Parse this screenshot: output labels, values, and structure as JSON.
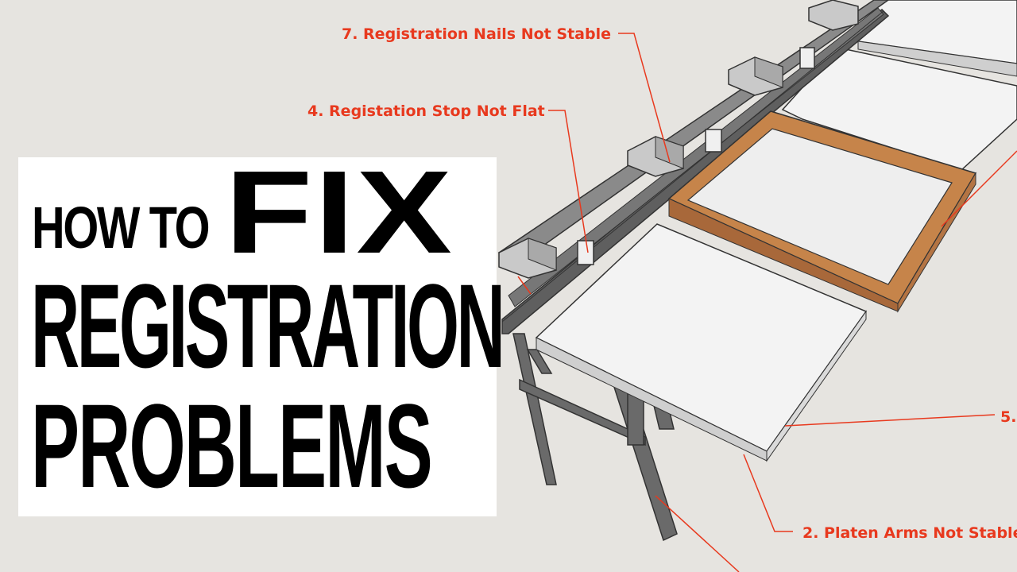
{
  "title": {
    "line1": "HOW TO",
    "line2": "FIX",
    "line3": "REGISTRATION",
    "line4": "PROBLEMS"
  },
  "callouts": [
    {
      "id": "nails",
      "text": "7. Registration Nails Not Stable"
    },
    {
      "id": "stop",
      "text": "4. Registation Stop Not Flat"
    },
    {
      "id": "platen-edge",
      "text": "5."
    },
    {
      "id": "arms",
      "text": "2. Platen Arms Not Stable"
    }
  ],
  "colors": {
    "background": "#e6e4e0",
    "callout": "#e8391e",
    "frame_wood": "#c6844a",
    "steel": "#6d6d6d",
    "platen": "#f3f3f3"
  }
}
